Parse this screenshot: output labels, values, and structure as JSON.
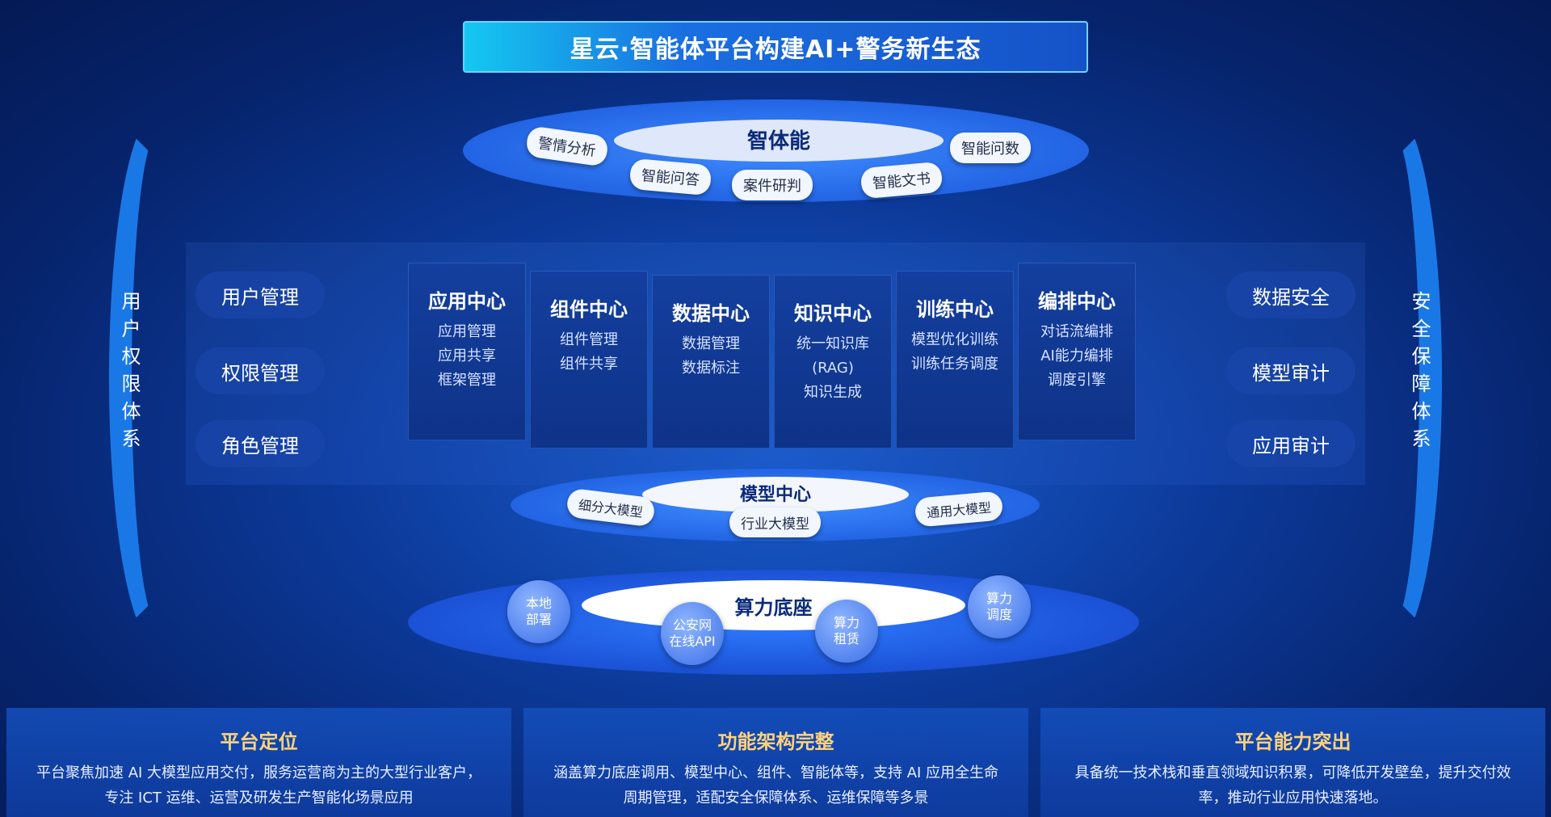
{
  "title": "星云·智能体平台构建AI+警务新生态",
  "left_system": {
    "label": "用户权限体系",
    "items": [
      "用户管理",
      "权限管理",
      "角色管理"
    ]
  },
  "right_system": {
    "label": "安全保障体系",
    "items": [
      "数据安全",
      "模型审计",
      "应用审计"
    ]
  },
  "agent_layer": {
    "name": "智体能",
    "tags": [
      "警情分析",
      "智能问答",
      "案件研判",
      "智能文书",
      "智能问数"
    ]
  },
  "centers": [
    {
      "title": "应用中心",
      "items": [
        "应用管理",
        "应用共享",
        "框架管理"
      ]
    },
    {
      "title": "组件中心",
      "items": [
        "组件管理",
        "组件共享"
      ]
    },
    {
      "title": "数据中心",
      "items": [
        "数据管理",
        "数据标注"
      ]
    },
    {
      "title": "知识中心",
      "items": [
        "统一知识库",
        "(RAG)",
        "知识生成"
      ]
    },
    {
      "title": "训练中心",
      "items": [
        "模型优化训练",
        "训练任务调度"
      ]
    },
    {
      "title": "编排中心",
      "items": [
        "对话流编排",
        "AI能力编排",
        "调度引擎"
      ]
    }
  ],
  "model_layer": {
    "name": "模型中心",
    "tags": [
      "细分大模型",
      "行业大模型",
      "通用大模型"
    ]
  },
  "compute_layer": {
    "name": "算力底座",
    "circles": [
      "本地部署",
      "公安网在线API",
      "算力租赁",
      "算力调度"
    ]
  },
  "panels": [
    {
      "title": "平台定位",
      "desc": "平台聚焦加速 AI 大模型应用交付，服务运营商为主的大型行业客户，专注 ICT 运维、运营及研发生产智能化场景应用"
    },
    {
      "title": "功能架构完整",
      "desc": "涵盖算力底座调用、模型中心、组件、智能体等，支持 AI 应用全生命周期管理，适配安全保障体系、运维保障等多景"
    },
    {
      "title": "平台能力突出",
      "desc": "具备统一技术栈和垂直领域知识积累，可降低开发壁垒，提升交付效率，推动行业应用快速落地。"
    }
  ]
}
